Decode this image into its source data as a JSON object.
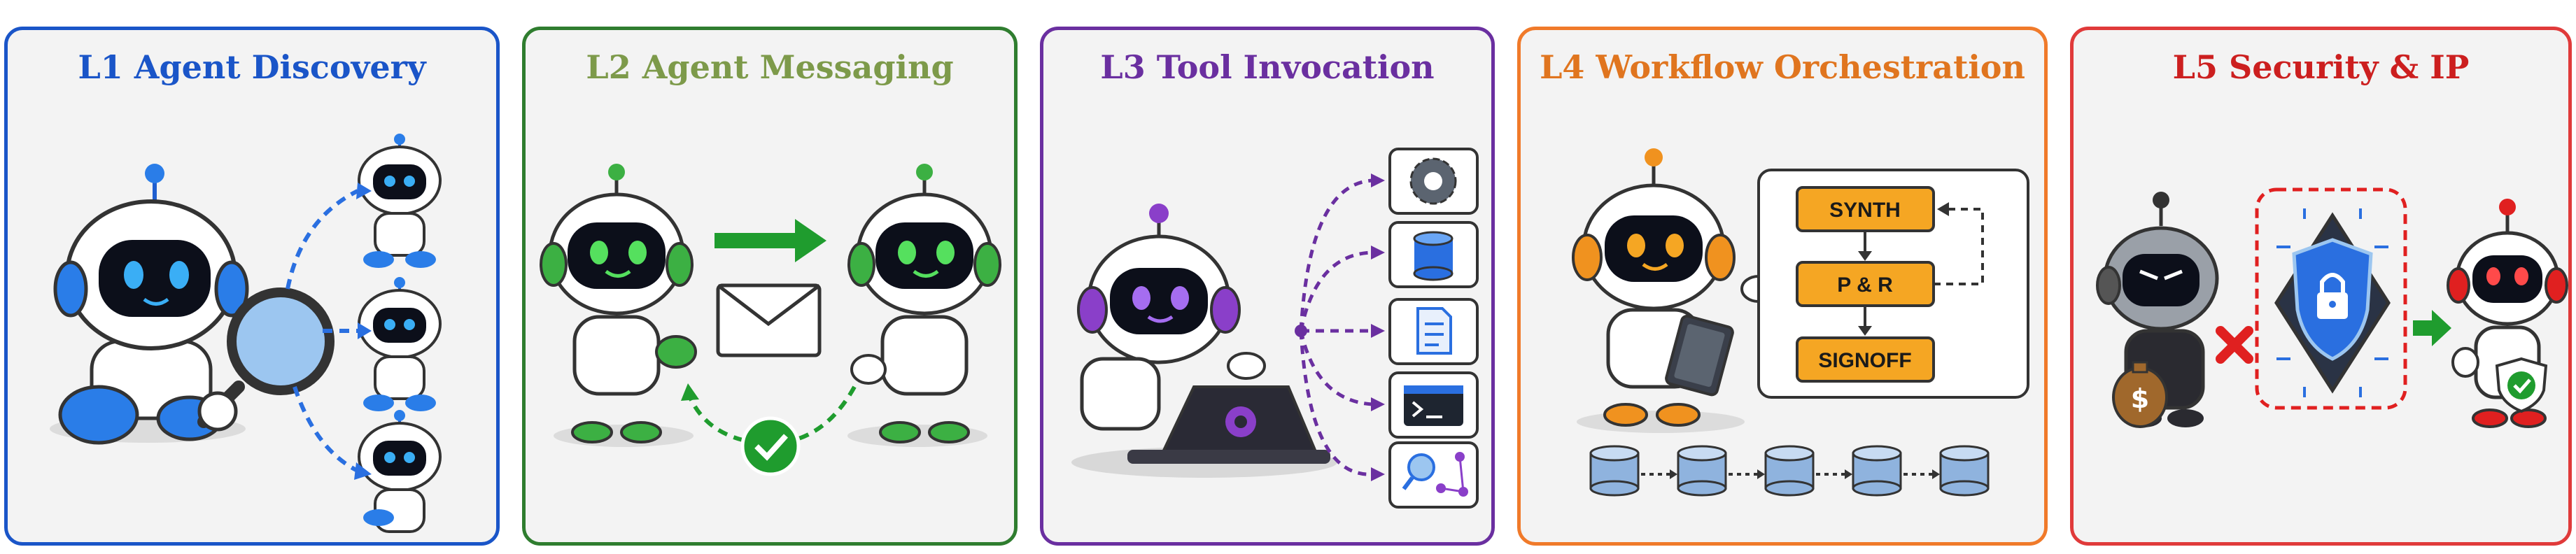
{
  "panels": [
    {
      "title": "L1 Agent Discovery",
      "color": "#1a55c8"
    },
    {
      "title": "L2 Agent Messaging",
      "color": "#7d9a4a",
      "border": "#2f7d2f"
    },
    {
      "title": "L3 Tool Invocation",
      "color": "#6a2fa0"
    },
    {
      "title": "L4 Workflow Orchestration",
      "color": "#e0751f"
    },
    {
      "title": "L5 Security & IP",
      "color": "#cc1f1f"
    }
  ],
  "workflow": {
    "steps": [
      "SYNTH",
      "P & R",
      "SIGNOFF"
    ]
  },
  "icons": {
    "discovery": [
      "robot-icon",
      "magnifier-icon",
      "robot-icon",
      "robot-icon",
      "robot-icon"
    ],
    "messaging": [
      "robot-icon",
      "envelope-icon",
      "arrow-right-icon",
      "check-icon",
      "robot-icon"
    ],
    "tools": [
      "robot-icon",
      "laptop-icon",
      "gear-icon",
      "database-icon",
      "document-icon",
      "terminal-icon",
      "graph-search-icon"
    ],
    "orchestration": [
      "robot-icon",
      "clipboard-icon",
      "database-icon"
    ],
    "security": [
      "thief-robot-icon",
      "money-bag-icon",
      "x-icon",
      "shield-lock-icon",
      "arrow-right-icon",
      "robot-icon",
      "check-shield-icon"
    ]
  }
}
